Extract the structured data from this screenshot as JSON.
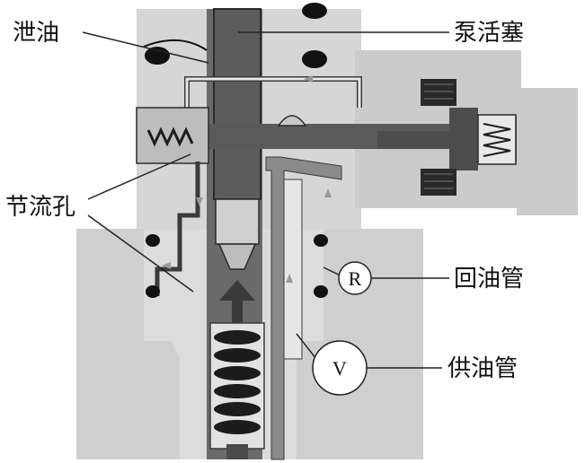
{
  "labels": {
    "leak_oil": "泄油",
    "pump_piston": "泵活塞",
    "orifice": "节流孔",
    "return_pipe": "回油管",
    "supply_pipe": "供油管"
  },
  "gauges": {
    "return": "R",
    "supply": "V"
  },
  "colors": {
    "body_light": "#d3d3d3",
    "body_mid": "#c6c6c6",
    "passage_dark": "#5a5a5a",
    "piston": "#5e5e5e",
    "spring": "#1c1c1c",
    "leader": "#222222"
  }
}
